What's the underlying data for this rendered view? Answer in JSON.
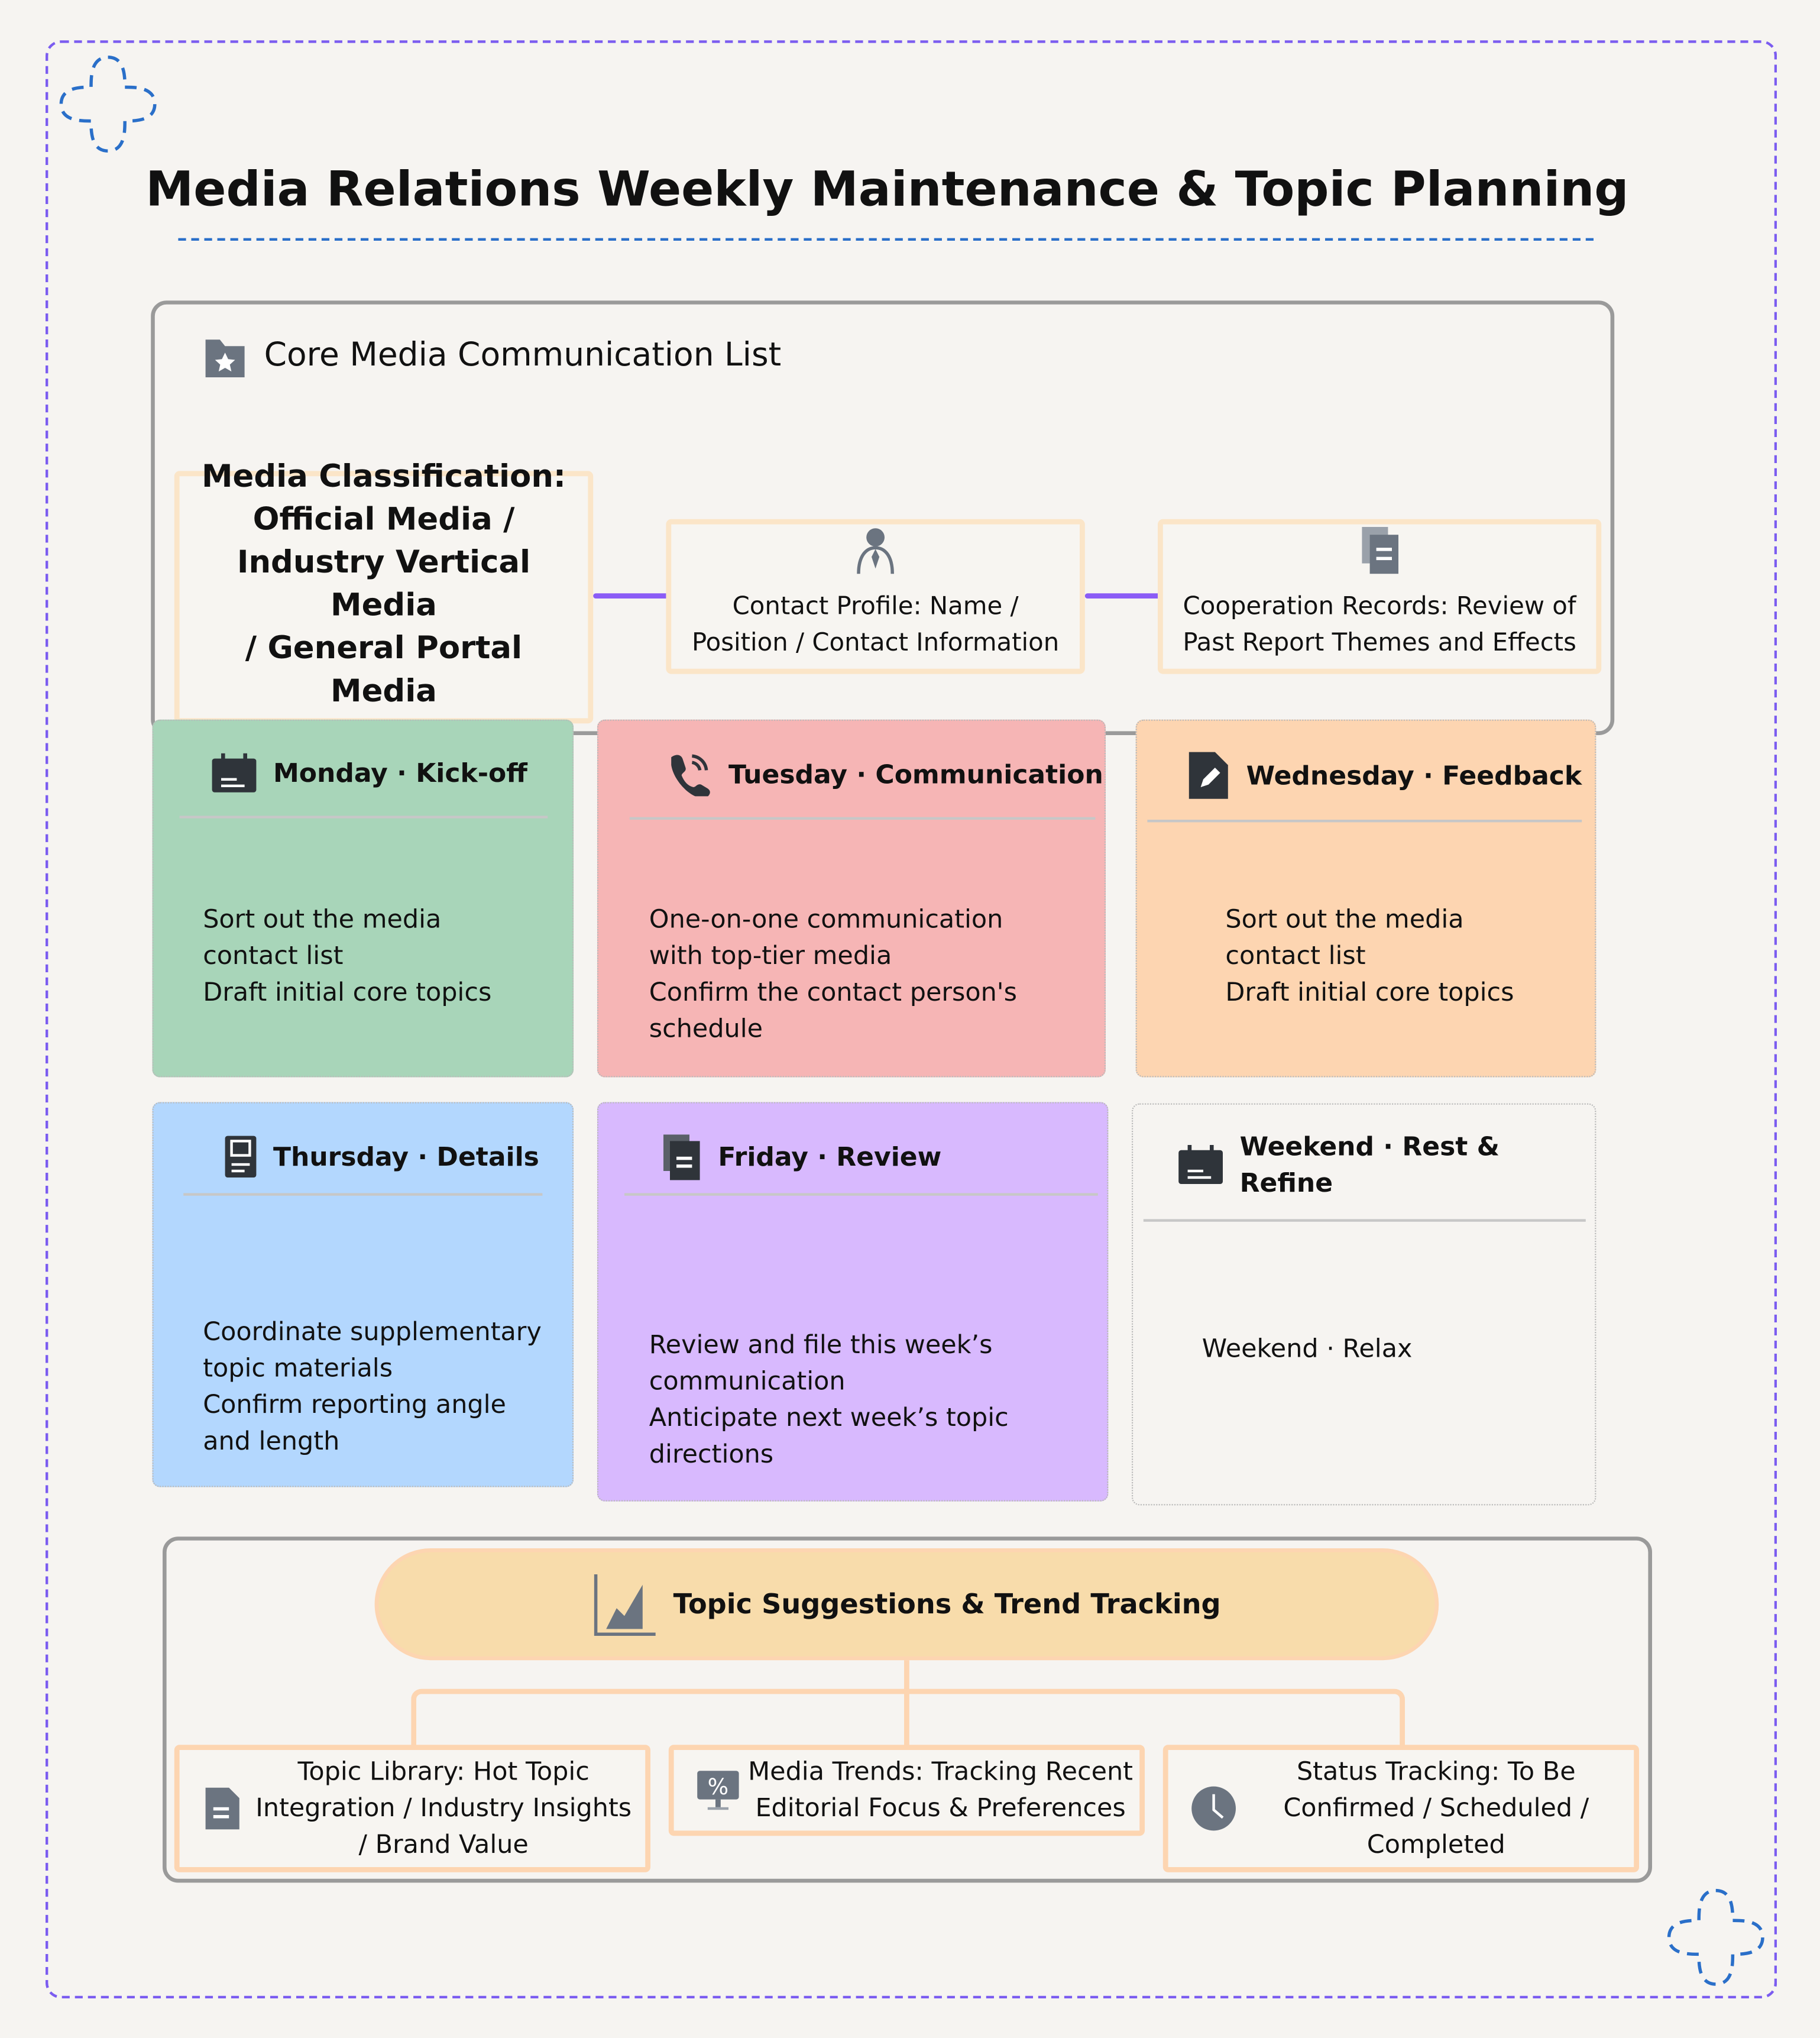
{
  "title": "Media Relations Weekly Maintenance & Topic Planning",
  "colors": {
    "frame": "#7b5cf0",
    "connector": "#8b5cf6",
    "monday": "#a8d5b9",
    "tuesday": "#f6b5b5",
    "wednesday": "#fdd5b1",
    "thursday": "#b3d7fe",
    "friday": "#d8b9fe",
    "weekend": "#f6f4f1",
    "topic_pill": "#f8dcab"
  },
  "core": {
    "title": "Core Media Communication List",
    "icon": "folder-star-icon",
    "nodes": [
      {
        "icon": "contact-book-icon",
        "lines": [
          "Media Classification:",
          "Official Media /",
          "Industry Vertical Media",
          "/ General Portal Media"
        ]
      },
      {
        "icon": "person-icon",
        "lines": [
          "Contact Profile: Name /",
          "Position / Contact Information"
        ]
      },
      {
        "icon": "documents-icon",
        "lines": [
          "Cooperation Records: Review of",
          "Past Report Themes and Effects"
        ]
      }
    ]
  },
  "days": [
    {
      "title": "Monday · Kick-off",
      "icon": "calendar-icon",
      "lines": [
        "Sort out the media",
        "contact list",
        "Draft initial core topics"
      ]
    },
    {
      "title": "Tuesday · Communication",
      "icon": "phone-icon",
      "lines": [
        "One-on-one communication",
        "with top-tier media",
        "Confirm the contact person's",
        "schedule"
      ]
    },
    {
      "title": "Wednesday · Feedback",
      "icon": "edit-document-icon",
      "lines": [
        "Sort out the media",
        "contact list",
        "Draft initial core topics"
      ]
    },
    {
      "title": "Thursday · Details",
      "icon": "clipboard-icon",
      "lines": [
        "Coordinate supplementary",
        "topic materials",
        "Confirm reporting angle",
        "and length"
      ]
    },
    {
      "title": "Friday · Review",
      "icon": "documents-icon",
      "lines": [
        "Review and file this week’s",
        "communication",
        "Anticipate next week’s topic",
        "directions"
      ]
    },
    {
      "title_lines": [
        "Weekend · Rest &",
        "Refine"
      ],
      "icon": "calendar-icon",
      "lines": [
        "Weekend · Relax"
      ]
    }
  ],
  "topics": {
    "title": "Topic Suggestions & Trend Tracking",
    "icon": "area-chart-icon",
    "items": [
      {
        "icon": "document-icon",
        "lines": [
          "Topic Library: Hot Topic",
          "Integration / Industry Insights",
          "/ Brand Value"
        ]
      },
      {
        "icon": "percent-monitor-icon",
        "lines": [
          "Media Trends: Tracking Recent",
          "Editorial Focus & Preferences"
        ]
      },
      {
        "icon": "clock-icon",
        "lines": [
          "Status Tracking: To Be",
          "Confirmed / Scheduled /",
          "Completed"
        ]
      }
    ]
  }
}
